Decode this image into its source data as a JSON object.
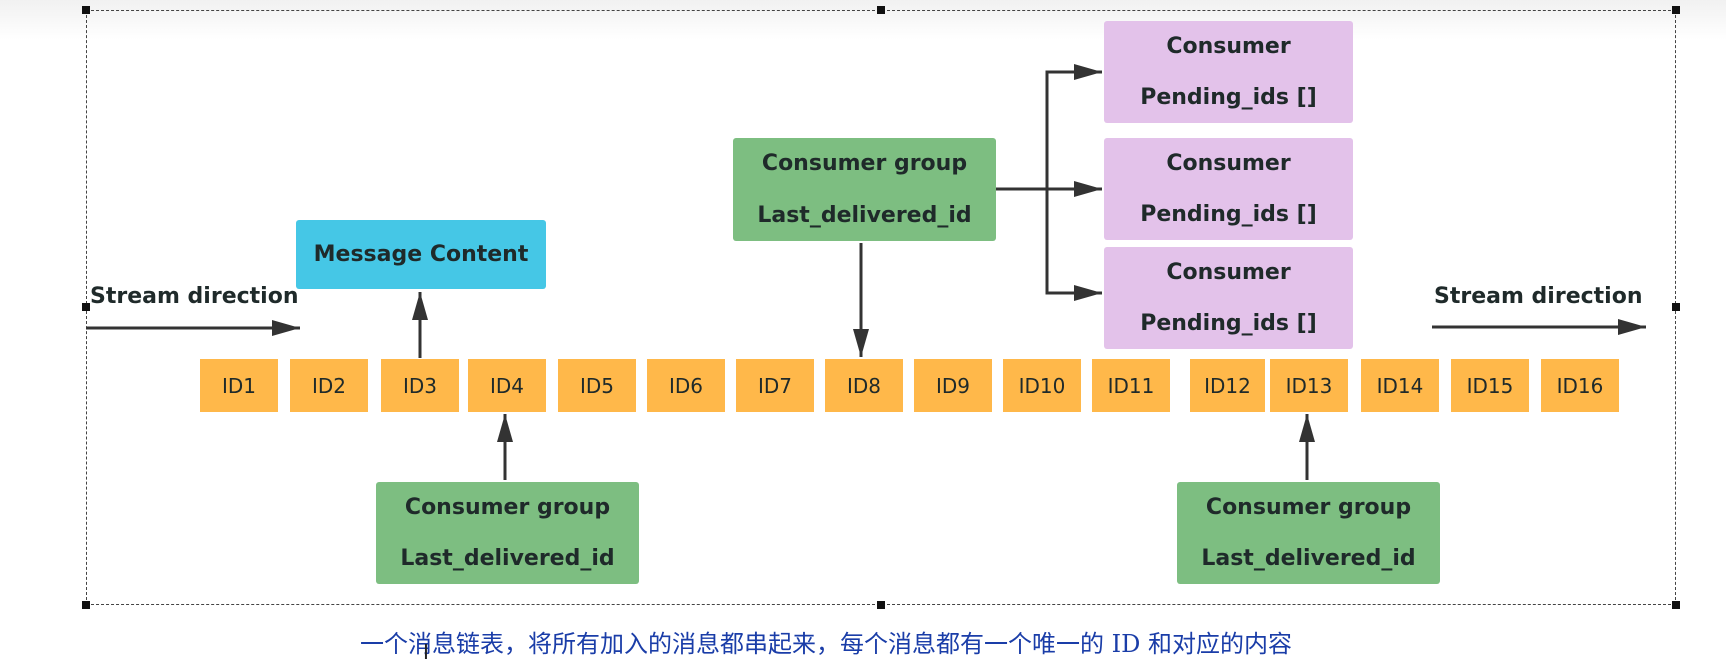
{
  "stream_direction_left": "Stream direction",
  "stream_direction_right": "Stream direction",
  "message_content": "Message Content",
  "ids": [
    "ID1",
    "ID2",
    "ID3",
    "ID4",
    "ID5",
    "ID6",
    "ID7",
    "ID8",
    "ID9",
    "ID10",
    "ID11",
    "ID12",
    "ID13",
    "ID14",
    "ID15",
    "ID16"
  ],
  "groups": [
    {
      "title": "Consumer group",
      "field": "Last_delivered_id"
    },
    {
      "title": "Consumer group",
      "field": "Last_delivered_id"
    },
    {
      "title": "Consumer group",
      "field": "Last_delivered_id"
    }
  ],
  "consumers": [
    {
      "title": "Consumer",
      "field": "Pending_ids []"
    },
    {
      "title": "Consumer",
      "field": "Pending_ids []"
    },
    {
      "title": "Consumer",
      "field": "Pending_ids []"
    }
  ],
  "caption": "一个消息链表，将所有加入的消息都串起来，每个消息都有一个唯一的 ID 和对应的内容",
  "colors": {
    "group": "#7dbe81",
    "consumer": "#e3c2ea",
    "message": "#45c7e6",
    "id_cell": "#ffb84a",
    "caption": "#1a3da8"
  }
}
